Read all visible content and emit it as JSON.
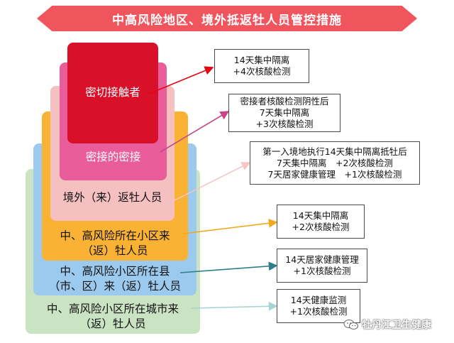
{
  "title": "中高风险地区、境外抵返牡人员管控措施",
  "colors": {
    "banner": "#f0545d",
    "layer1": "#c9e3c3",
    "layer2": "#9cc9ee",
    "layer3": "#f9b233",
    "layer4": "#f5c0c0",
    "layer5": "#e85d9a",
    "layer6": "#d8102a"
  },
  "layers": [
    {
      "label": "密切接触者",
      "measures": "14天集中隔离\n+4次核酸检测",
      "arrow_color": "#e30613"
    },
    {
      "label": "密接的密接",
      "measures": "密接者核酸检测阴性后\n7天集中隔离\n+3次核酸检测",
      "arrow_color": "#c8478a"
    },
    {
      "label": "境外（来）返牡人员",
      "measures": "第一入境地执行14天集中隔离抵牡后\n7天集中隔离　+2次核酸检测\n7天居家健康管理　+1次核酸检测",
      "arrow_color": "#f4c6c6"
    },
    {
      "label": "中、高风险所在小区来\n（返）牡人员",
      "measures": "14天集中隔离\n+2次核酸检测",
      "arrow_color": "#f0a91e"
    },
    {
      "label": "中、高风险小区所在县\n（市、区）来（返）牡人员",
      "measures": "14天居家健康管理\n+1次核酸检测",
      "arrow_color": "#2e7f8c"
    },
    {
      "label": "中、高风险小区所在城市来\n（返）牡人员",
      "measures": "14天健康监测\n+1次核酸检测",
      "arrow_color": "#a8d4d2"
    }
  ],
  "watermark": "牡丹江卫生健康",
  "watermark_icon": "wechat-icon"
}
